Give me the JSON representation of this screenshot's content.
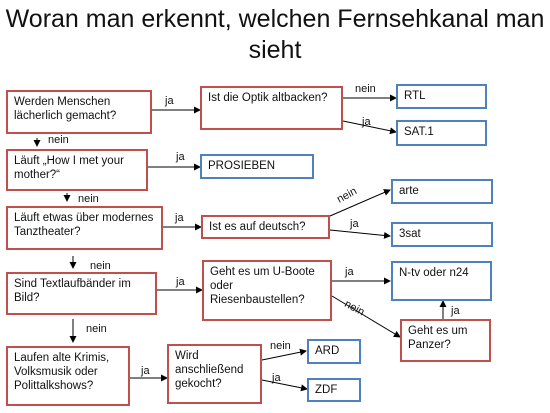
{
  "title": "Woran man erkennt, welchen Fernsehkanal man sieht",
  "nodes": {
    "q1": "Werden Menschen lächerlich gemacht?",
    "q2": "Ist die Optik altbacken?",
    "rtl": "RTL",
    "sat1": "SAT.1",
    "q3": "Läuft „How I met your mother?“",
    "prosieben": "PROSIEBEN",
    "q4": "Läuft etwas über modernes Tanztheater?",
    "q5": "Ist es auf deutsch?",
    "arte": "arte",
    "threesat": "3sat",
    "q6": "Sind Textlaufbänder im Bild?",
    "q7": "Geht es um U-Boote oder Riesenbaustellen?",
    "ntv": "N-tv oder n24",
    "q8": "Geht es um Panzer?",
    "q9": "Laufen alte Krimis, Volksmusik oder Polittalkshows?",
    "q10": "Wird anschließend gekocht?",
    "ard": "ARD",
    "zdf": "ZDF"
  },
  "edges": {
    "q1_q2": "ja",
    "q2_rtl": "nein",
    "q2_sat1": "ja",
    "q1_q3": "nein",
    "q3_prosieben": "ja",
    "q3_q4": "nein",
    "q4_q5": "ja",
    "q5_arte": "nein",
    "q5_3sat": "ja",
    "q4_q6": "nein",
    "q6_q7": "ja",
    "q7_ntv": "ja",
    "q7_q8": "nein",
    "q8_ntv": "ja",
    "q6_q9": "nein",
    "q9_q10": "ja",
    "q10_ard": "nein",
    "q10_zdf": "ja"
  }
}
